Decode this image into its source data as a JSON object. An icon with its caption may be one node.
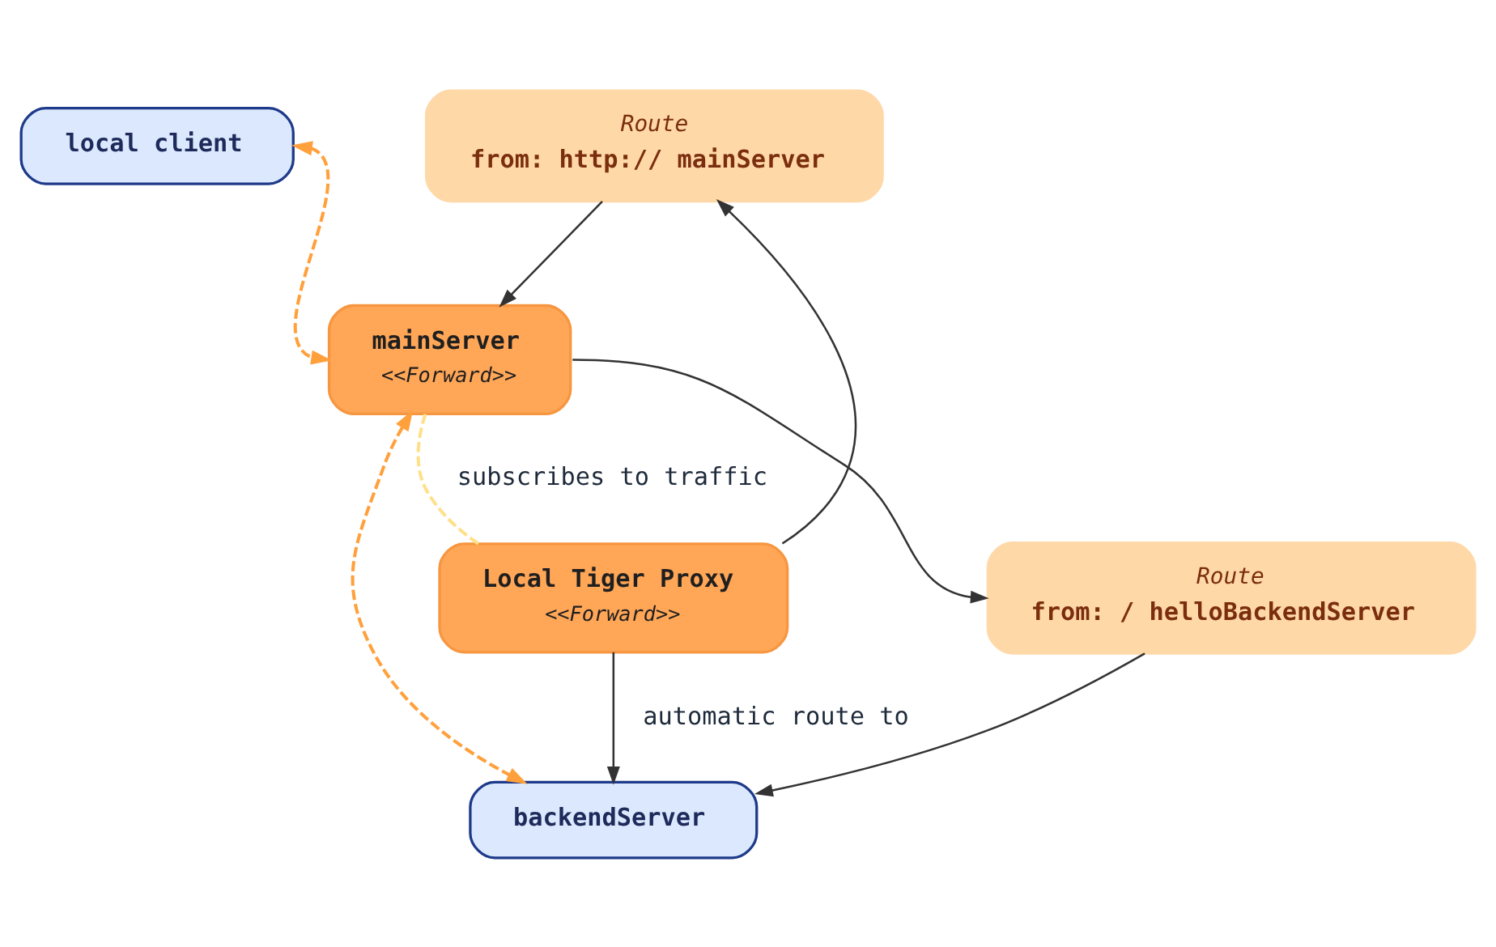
{
  "diagram": {
    "nodes": [
      {
        "text": [
          "Route",
          "from: http:// mainServer"
        ]
      },
      {
        "text": [
          "local client"
        ]
      },
      {
        "text": [
          "mainServer",
          "<<Forward>>"
        ]
      },
      {
        "text": [
          "Local Tiger Proxy",
          "<<Forward>>"
        ]
      },
      {
        "text": [
          "Route",
          "from: / helloBackendServer"
        ]
      },
      {
        "text": [
          "backendServer"
        ]
      }
    ],
    "edges": [
      {
        "from": 3,
        "to": 0,
        "arrow": "to"
      },
      {
        "from": 0,
        "to": 2,
        "arrow": "to"
      },
      {
        "from": 1,
        "to": 2,
        "arrow": "both",
        "style": "dashed",
        "color": "#ffa03c"
      },
      {
        "from": 2,
        "to": 4,
        "arrow": "to"
      },
      {
        "from": 4,
        "to": 5,
        "arrow": "to"
      },
      {
        "from": 2,
        "to": 5,
        "arrow": "both",
        "style": "dashed",
        "color": "#ffa03c"
      },
      {
        "from": 3,
        "to": 5,
        "arrow": "to",
        "label": "automatic route to"
      },
      {
        "from": 2,
        "to": 3,
        "arrow": "none",
        "style": "dashed",
        "color": "#ffe08a",
        "label": "subscribes to traffic"
      }
    ]
  }
}
